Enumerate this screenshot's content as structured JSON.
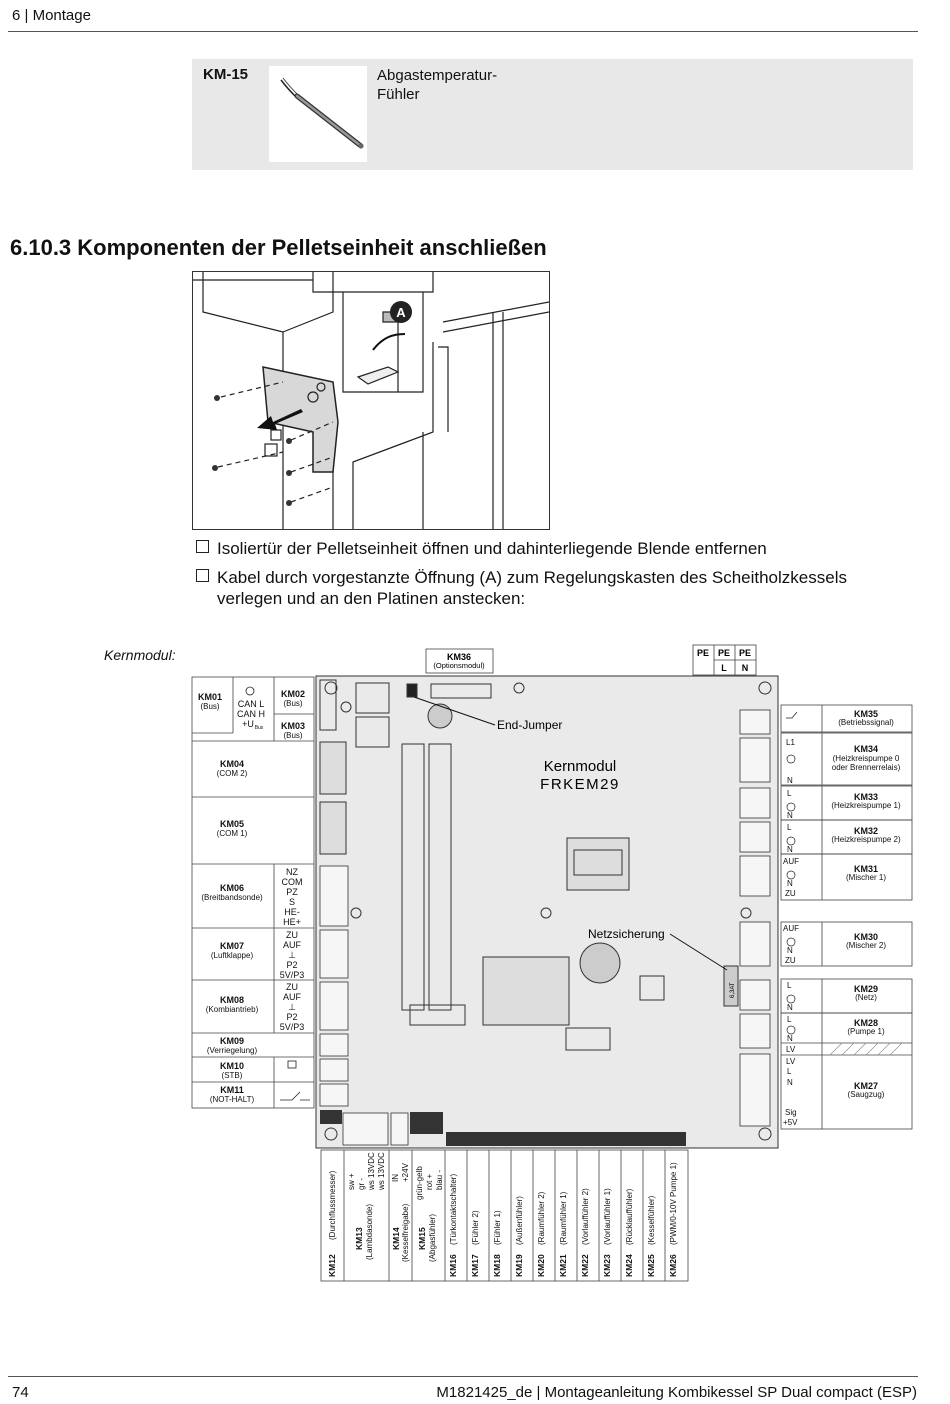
{
  "header": {
    "chapter": "6 | Montage"
  },
  "component": {
    "code": "KM-15",
    "desc_line1": "Abgastemperatur-",
    "desc_line2": "Fühler"
  },
  "section_title": "6.10.3 Komponenten der Pelletseinheit anschließen",
  "figure_marker": "A",
  "steps": [
    "Isoliertür der Pelletseinheit öffnen und dahinterliegende Blende entfernen",
    "Kabel durch vorgestanzte Öffnung (A) zum Regelungskasten des Scheitholzkessels",
    "verlegen und an den Platinen anstecken:"
  ],
  "kernmodul_label": "Kernmodul:",
  "board": {
    "title1": "Kernmodul",
    "title2": "FRKEM29",
    "end_jumper": "End-Jumper",
    "netzsicherung": "Netzsicherung",
    "fuse": "6,3AT",
    "km36": {
      "code": "KM36",
      "sub": "(Optionsmodul)"
    },
    "pe": [
      "PE",
      "PE",
      "PE"
    ],
    "ln": [
      "L",
      "N"
    ],
    "left": {
      "km01": {
        "code": "KM01",
        "sub": "(Bus)",
        "pins": [
          "CAN L",
          "CAN H",
          "+U"
        ],
        "bus_sub": "Bus"
      },
      "km02": {
        "code": "KM02",
        "sub": "(Bus)"
      },
      "km03": {
        "code": "KM03",
        "sub": "(Bus)"
      },
      "km04": {
        "code": "KM04",
        "sub": "(COM 2)"
      },
      "km05": {
        "code": "KM05",
        "sub": "(COM 1)"
      },
      "km06": {
        "code": "KM06",
        "sub": "(Breitbandsonde)",
        "pins": [
          "NZ",
          "COM",
          "PZ",
          "S",
          "HE-",
          "HE+"
        ]
      },
      "km07": {
        "code": "KM07",
        "sub": "(Luftklappe)",
        "pins": [
          "ZU",
          "AUF",
          "⊥",
          "P2",
          "5V/P3"
        ]
      },
      "km08": {
        "code": "KM08",
        "sub": "(Kombiantrieb)",
        "pins": [
          "ZU",
          "AUF",
          "⊥",
          "P2",
          "5V/P3"
        ]
      },
      "km09": {
        "code": "KM09",
        "sub": "(Verriegelung)"
      },
      "km10": {
        "code": "KM10",
        "sub": "(STB)"
      },
      "km11": {
        "code": "KM11",
        "sub": "(NOT-HALT)"
      }
    },
    "right": {
      "km35": {
        "code": "KM35",
        "sub": "(Betriebssignal)"
      },
      "km34": {
        "code": "KM34",
        "sub1": "(Heizkreispumpe 0",
        "sub2": "oder Brennerrelais)",
        "pins": [
          "L1",
          "N"
        ]
      },
      "km33": {
        "code": "KM33",
        "sub": "(Heizkreispumpe 1)",
        "pins": [
          "L",
          "N"
        ]
      },
      "km32": {
        "code": "KM32",
        "sub": "(Heizkreispumpe 2)",
        "pins": [
          "L",
          "N"
        ]
      },
      "km31": {
        "code": "KM31",
        "sub": "(Mischer 1)",
        "pins": [
          "AUF",
          "N",
          "ZU"
        ]
      },
      "km30": {
        "code": "KM30",
        "sub": "(Mischer 2)",
        "pins": [
          "AUF",
          "N",
          "ZU"
        ]
      },
      "km29": {
        "code": "KM29",
        "sub": "(Netz)",
        "pins": [
          "L",
          "N"
        ]
      },
      "km28": {
        "code": "KM28",
        "sub": "(Pumpe 1)",
        "pins": [
          "L",
          "N",
          "LV"
        ]
      },
      "km27": {
        "code": "KM27",
        "sub": "(Saugzug)",
        "pins": [
          "LV",
          "L",
          "N",
          "Sig",
          "+5V"
        ]
      }
    },
    "bottom": [
      {
        "code": "KM12",
        "sub": "(Durchflussmesser)"
      },
      {
        "code": "KM13",
        "sub": "(Lambdasonde)",
        "pins": [
          "sw +",
          "gr -",
          "ws 13VDC",
          "ws 13VDC"
        ]
      },
      {
        "code": "KM14",
        "sub": "(Kesselfreigabe)",
        "pins": [
          "IN",
          "+24V"
        ]
      },
      {
        "code": "KM15",
        "sub": "(Abgasfühler)",
        "pins": [
          "grün-gelb",
          "rot +",
          "blau -"
        ]
      },
      {
        "code": "KM16",
        "sub": "(Türkontaktschalter)"
      },
      {
        "code": "KM17",
        "sub": "(Fühler 2)"
      },
      {
        "code": "KM18",
        "sub": "(Fühler 1)"
      },
      {
        "code": "KM19",
        "sub": "(Außenfühler)"
      },
      {
        "code": "KM20",
        "sub": "(Raumfühler 2)"
      },
      {
        "code": "KM21",
        "sub": "(Raumfühler 1)"
      },
      {
        "code": "KM22",
        "sub": "(Vorlauffühler 2)"
      },
      {
        "code": "KM23",
        "sub": "(Vorlauffühler 1)"
      },
      {
        "code": "KM24",
        "sub": "(Rücklauffühler)"
      },
      {
        "code": "KM25",
        "sub": "(Kesselfühler)"
      },
      {
        "code": "KM26",
        "sub": "(PWM/0-10V Pumpe 1)"
      }
    ]
  },
  "footer": {
    "page": "74",
    "doc": "M1821425_de | Montageanleitung Kombikessel SP Dual compact (ESP)"
  }
}
